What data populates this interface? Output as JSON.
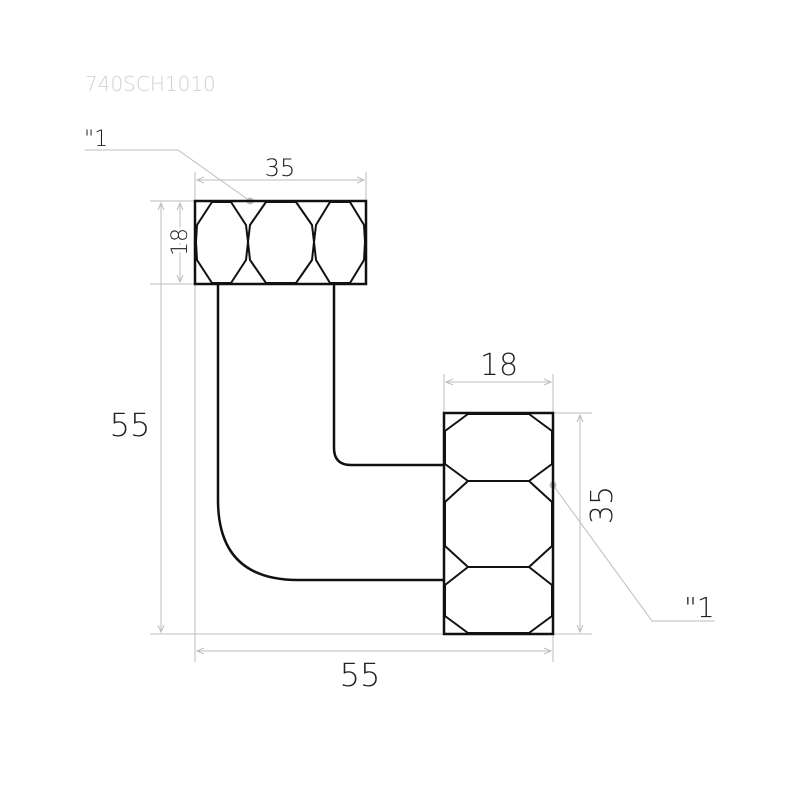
{
  "title": "740SCH1010",
  "dimensions": {
    "top_width": "35",
    "top_height": "18",
    "total_height": "55",
    "total_width": "55",
    "right_width": "18",
    "right_height": "35"
  },
  "callouts": {
    "top": "\"1",
    "right": "\"1"
  },
  "colors": {
    "line": "#111111",
    "dimension": "#bdbdbd",
    "title": "#d0d0d0"
  }
}
